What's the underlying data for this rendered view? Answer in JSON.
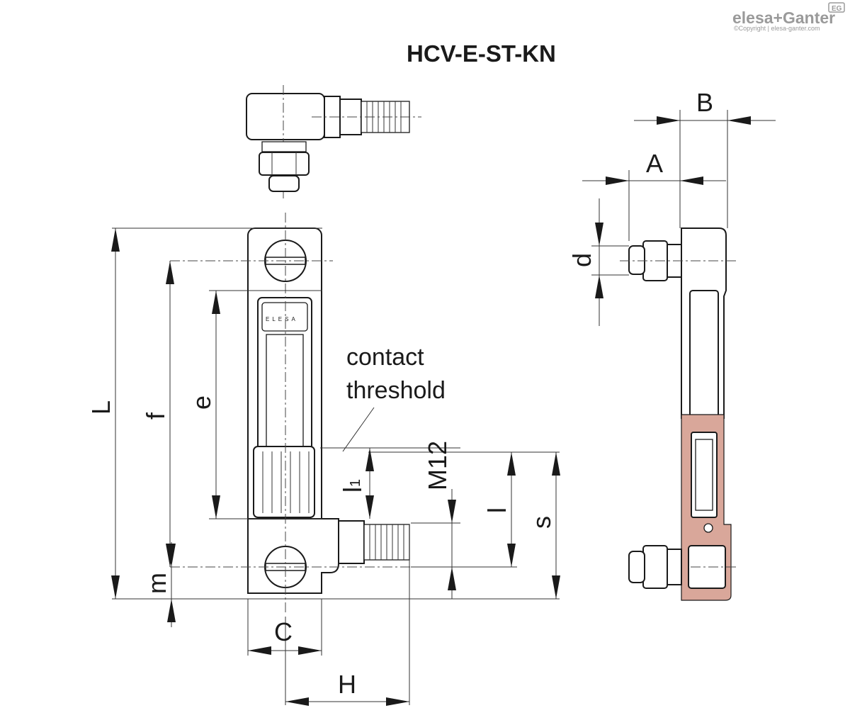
{
  "brand": {
    "logo_text": "elesa+Ganter",
    "badge_text": "EG",
    "copyright": "©Copyright | elesa-ganter.com"
  },
  "title": "HCV-E-ST-KN",
  "product_mark": "ELESA",
  "note": {
    "line1": "contact",
    "line2": "threshold"
  },
  "dimensions": {
    "B": "B",
    "A": "A",
    "d": "d",
    "L": "L",
    "f": "f",
    "e": "e",
    "l1_main": "l",
    "l1_sub": "1",
    "M12": "M12",
    "l": "l",
    "s": "s",
    "m": "m",
    "C": "C",
    "H": "H"
  },
  "colors": {
    "line": "#1a1a1a",
    "section_hatch": "#d9a79a",
    "logo": "#9a9a9a"
  }
}
